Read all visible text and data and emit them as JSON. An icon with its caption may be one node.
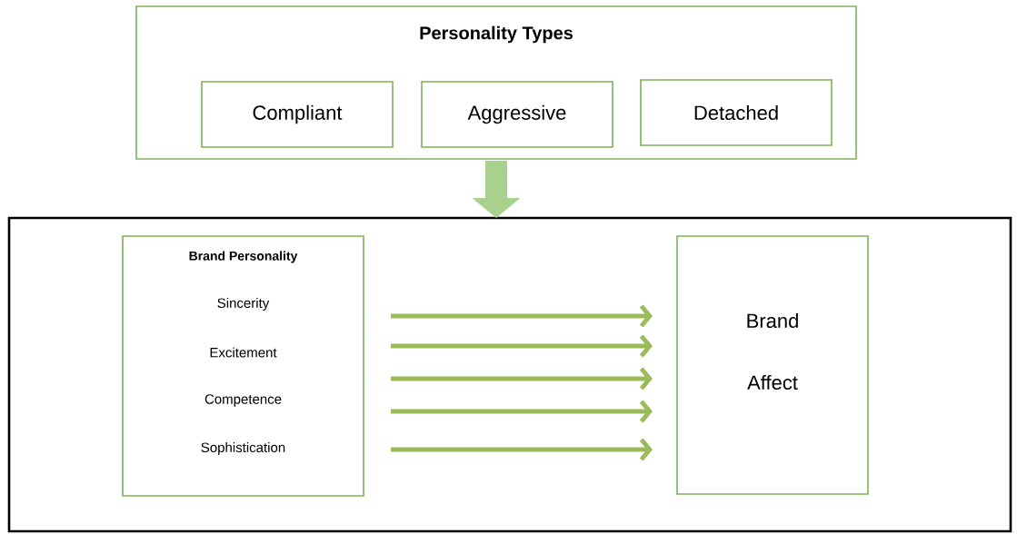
{
  "diagram": {
    "nodes": [
      {
        "text": [
          "Personality Types"
        ]
      },
      {
        "text": [
          "Compliant"
        ],
        "in": 0
      },
      {
        "text": [
          "Aggressive"
        ],
        "in": 0
      },
      {
        "text": [
          "Detached"
        ],
        "in": 0
      },
      {
        "text": [],
        "shape": "box"
      },
      {
        "text": [
          "Brand Personality",
          "Sincerity",
          "Excitement",
          "Competence",
          "Sophistication"
        ],
        "in": 4
      },
      {
        "text": [
          "Brand Affect"
        ],
        "in": 4
      }
    ],
    "edges": [
      {
        "from": 0,
        "to": 4,
        "arrow": "to",
        "style": "thick"
      },
      {
        "from": 5,
        "to": 6,
        "arrow": "to"
      },
      {
        "from": 5,
        "to": 6,
        "arrow": "to"
      },
      {
        "from": 5,
        "to": 6,
        "arrow": "to"
      },
      {
        "from": 5,
        "to": 6,
        "arrow": "to"
      },
      {
        "from": 5,
        "to": 6,
        "arrow": "to"
      }
    ]
  }
}
